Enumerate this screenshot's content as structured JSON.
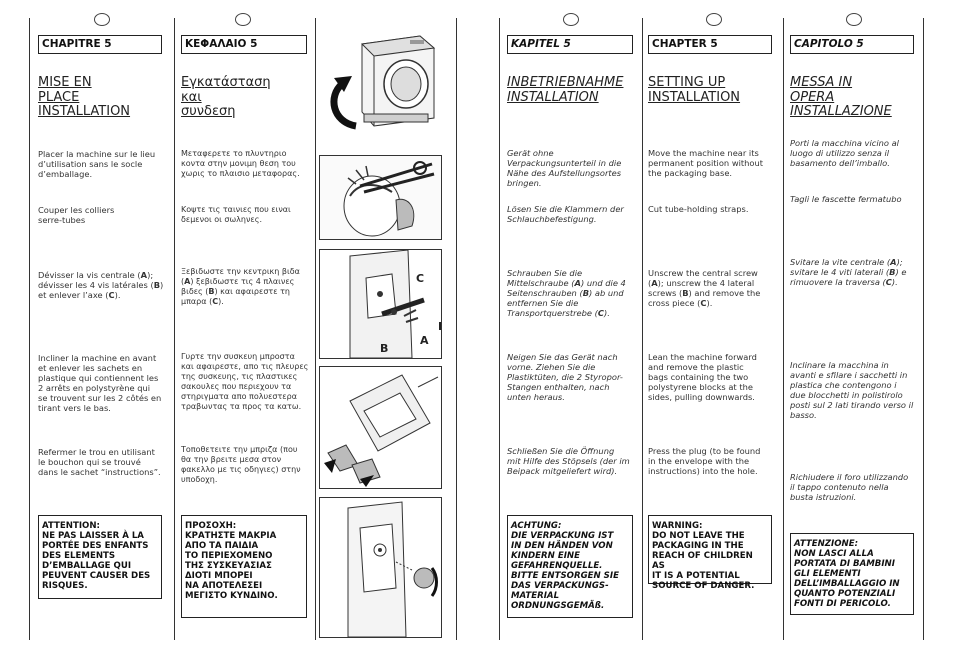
{
  "fr": {
    "chapter": "CHAPITRE 5",
    "title": [
      "MISE EN PLACE",
      "INSTALLATION"
    ],
    "p1": [
      "Placer la machine sur le lieu",
      "d’utilisation sans le socle",
      "d’emballage."
    ],
    "p2": [
      "Couper les colliers",
      "serre-tubes"
    ],
    "p3": [
      "Dévisser la vis centrale (",
      "A",
      ");",
      "dévisser les 4 vis latérales (",
      "B",
      ")",
      "et enlever l’axe (",
      "C",
      ")."
    ],
    "p4": [
      "Incliner la machine en avant",
      "et enlever les sachets en",
      "plastique qui contiennent les",
      "2 arrêts en polystyrène qui",
      "se trouvent sur les 2 côtés en",
      "tirant vers le bas."
    ],
    "p5": [
      "Refermer le trou en utilisant",
      "le bouchon qui se trouvé",
      "dans le sachet “instructions”."
    ],
    "warning": [
      "ATTENTION:",
      "NE PAS LAISSER À LA",
      "PORTÉE DES ENFANTS",
      "DES ELEMENTS",
      "D’EMBALLAGE QUI",
      "PEUVENT CAUSER DES",
      "RISQUES."
    ]
  },
  "gr": {
    "chapter": "ΚΕΦΑΛΑΙΟ 5",
    "title": [
      "Εγκατάσταση και",
      "συνδεση"
    ],
    "p1": [
      "Μεταφερετε το πλυντηριο",
      "κοντα στην μονιμη θεση του",
      "χωρις το πλαισιο μεταφορας."
    ],
    "p2": [
      "Κοψτε τις ταινιες που ειναι",
      "δεμενοι οι σωληνες."
    ],
    "p3": [
      "Ξεβιδωστε την κεντρικη βιδα",
      "(",
      "A",
      ") ξεβιδωστε τις 4 πλαινες",
      "βιδες (",
      "B",
      ") και αφαιρεστε τη",
      "μπαρα (",
      "C",
      ")."
    ],
    "p4": [
      "Γυρτε την συσκευη μπροστα",
      "και αφαιρεστε, απο τις πλευρες",
      "της συσκευης, τις πλαστικες",
      "σακουλες που περιεχουν τα",
      "στηριγματα απο πολυεστερα",
      "τραβωντας τα προς τα κατω."
    ],
    "p5": [
      "Τοποθετειτε την μπριζα (που",
      "θα την βρειτε μεσα στον",
      "φακελλο με τις οδηγιες) στην",
      "υποδοχη."
    ],
    "warning": [
      "ΠΡΟΣΟΧΗ:",
      "ΚΡΑΤΗΣΤΕ ΜΑΚΡΙΑ",
      "ΑΠΟ ΤΑ ΠΑΙΔΙΑ",
      "ΤΟ ΠΕΡΙΕΧΟΜΕΝΟ",
      "ΤΗΣ ΣΥΣΚΕΥΑΣΙΑΣ",
      "ΔΙΟΤΙ ΜΠΟΡΕΙ",
      "ΝΑ ΑΠΟΤΕΛΕΣΕΙ",
      "ΜΕΓΙΣΤΟ ΚΥΝΔΙΝΟ."
    ]
  },
  "de": {
    "chapter": "KAPITEL 5",
    "title": [
      "INBETRIEBNAHME",
      "INSTALLATION"
    ],
    "p1": [
      "Gerät ohne",
      "Verpackungsunterteil in die",
      "Nähe des Aufstellungsortes",
      "bringen."
    ],
    "p2": [
      "Lösen Sie die Klammern der",
      "Schlauchbefestigung."
    ],
    "p3": [
      "Schrauben Sie die",
      "Mittelschraube (",
      "A",
      ") und die 4",
      "Seitenschrauben (",
      "B",
      ") ab und",
      "entfernen Sie die",
      "Transportquerstrebe (",
      "C",
      ")."
    ],
    "p4": [
      "Neigen Sie das Gerät nach",
      "vorne. Ziehen Sie die",
      "Plastiktüten, die 2 Styropor-",
      "Stangen enthalten, nach",
      "unten heraus."
    ],
    "p5": [
      "Schließen Sie die Öffnung",
      "mit Hilfe des Stöpsels (der im",
      "Beipack mitgeliefert wird)."
    ],
    "warning": [
      "ACHTUNG:",
      "DIE VERPACKUNG IST",
      "IN DEN HÄNDEN VON",
      "KINDERN EINE",
      "GEFAHRENQUELLE.",
      "BITTE ENTSORGEN SIE",
      "DAS VERPACKUNGS-",
      "MATERIAL",
      "ORDNUNGSGEMÄß."
    ]
  },
  "en": {
    "chapter": "CHAPTER 5",
    "title": [
      "SETTING UP",
      "INSTALLATION"
    ],
    "p1": [
      "Move the machine near its",
      "permanent position without",
      "the packaging base."
    ],
    "p2": [
      "Cut tube-holding straps."
    ],
    "p3": [
      "Unscrew the central screw",
      "(",
      "A",
      "); unscrew the 4 lateral",
      "screws (",
      "B",
      ") and remove the",
      "cross piece (",
      "C",
      ")."
    ],
    "p4": [
      "Lean the machine forward",
      "and remove the plastic",
      "bags containing the two",
      "polystyrene blocks at the",
      "sides, pulling downwards."
    ],
    "p5": [
      "Press the plug (to be found",
      "in the envelope with the",
      "instructions) into the hole."
    ],
    "warning": [
      "WARNING:",
      "DO NOT LEAVE THE",
      "PACKAGING IN THE",
      "REACH OF CHILDREN AS",
      "IT IS A POTENTIAL",
      "SOURCE OF DANGER."
    ]
  },
  "it": {
    "chapter": "CAPITOLO 5",
    "title": [
      "MESSA IN OPERA",
      "INSTALLAZIONE"
    ],
    "p1": [
      "Porti la macchina vicino al",
      "luogo di utilizzo senza il",
      "basamento dell’imballo."
    ],
    "p2": [
      "Tagli le fascette fermatubo"
    ],
    "p3": [
      "Svitare la vite centrale (",
      "A",
      ");",
      "svitare le 4 viti laterali (",
      "B",
      ") e",
      "rimuovere la traversa (",
      "C",
      ")."
    ],
    "p4": [
      "Inclinare la macchina in",
      "avanti e sfilare i sacchetti in",
      "plastica che contengono i",
      "due blocchetti in polistirolo",
      "posti sul 2 lati tirando verso il",
      "basso."
    ],
    "p5": [
      "Richiudere il foro utilizzando",
      "il tappo contenuto nella",
      "busta istruzioni."
    ],
    "warning": [
      "ATTENZIONE:",
      "NON LASCI ALLA",
      "PORTATA DI BAMBINI",
      "GLI ELEMENTI",
      "DELL’IMBALLAGGIO IN",
      "QUANTO POTENZIALI",
      "FONTI DI PERICOLO."
    ]
  },
  "figure_labels": {
    "a": "A",
    "b1": "B",
    "b2": "B",
    "c": "C"
  }
}
